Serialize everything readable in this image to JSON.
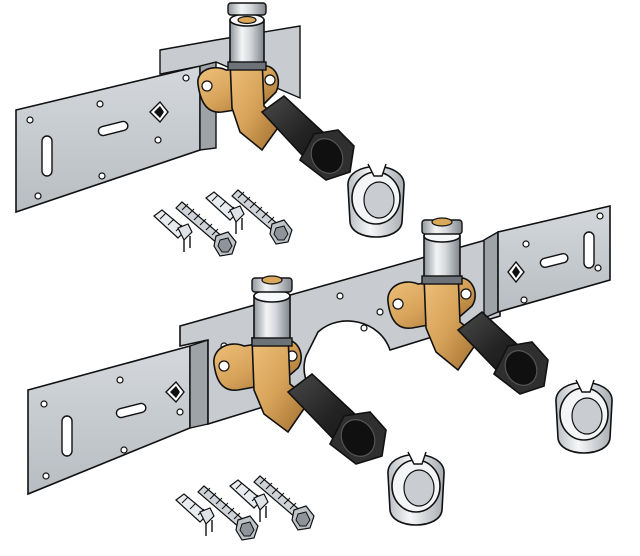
{
  "illustration": {
    "kind": "technical product illustration",
    "assemblies": [
      {
        "id": "single",
        "fittings": 1,
        "screws": 4,
        "clips": 1
      },
      {
        "id": "double",
        "fittings": 2,
        "screws": 4,
        "clips": 2
      }
    ]
  },
  "colors": {
    "plate": "#c9cdd2",
    "plate_shade": "#a9aeb4",
    "brass": "#d9a85a",
    "brass_dark": "#b07d35",
    "chrome": "#e6e8ea",
    "chrome_dark": "#9ea3a8",
    "pipe": "#2b2b2b",
    "clip": "#eceef0",
    "clip_shade": "#b7bcc1",
    "outline": "#111111"
  },
  "icons": [
    "wall-plate-icon",
    "elbow-fitting-icon",
    "pipe-socket-icon",
    "clip-ring-icon",
    "screw-icon",
    "wall-plug-icon"
  ]
}
